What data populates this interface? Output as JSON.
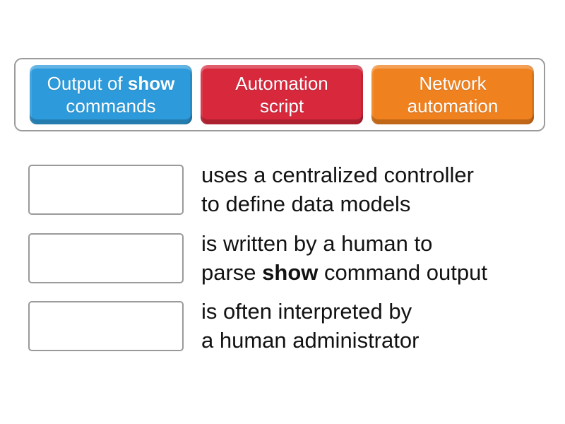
{
  "activity": {
    "kind": "match-up-quiz",
    "colors": {
      "chip_blue": "#2d9bdb",
      "chip_red": "#d7283c",
      "chip_orange": "#f0811f",
      "tray_border": "#9b9b9b",
      "box_border": "#9a9a9a",
      "definition_text": "#121212",
      "chip_text": "#ffffff"
    },
    "tray": {
      "chips": [
        {
          "id": "output-of-show-commands",
          "color": "#2d9bdb",
          "lines": [
            {
              "pre": "Output of ",
              "bold": "show",
              "post": ""
            },
            {
              "pre": "commands",
              "bold": "",
              "post": ""
            }
          ]
        },
        {
          "id": "automation-script",
          "color": "#d7283c",
          "lines": [
            {
              "pre": "Automation",
              "bold": "",
              "post": ""
            },
            {
              "pre": "script",
              "bold": "",
              "post": ""
            }
          ]
        },
        {
          "id": "network-automation",
          "color": "#f0811f",
          "lines": [
            {
              "pre": "Network",
              "bold": "",
              "post": ""
            },
            {
              "pre": "automation",
              "bold": "",
              "post": ""
            }
          ]
        }
      ]
    },
    "rows": [
      {
        "definition": {
          "lines": [
            {
              "pre": "uses a centralized controller",
              "bold": "",
              "post": ""
            },
            {
              "pre": "to define data models",
              "bold": "",
              "post": ""
            }
          ]
        }
      },
      {
        "definition": {
          "lines": [
            {
              "pre": "is written by a human to",
              "bold": "",
              "post": ""
            },
            {
              "pre": "parse ",
              "bold": "show",
              "post": " command output"
            }
          ]
        }
      },
      {
        "definition": {
          "lines": [
            {
              "pre": "is often interpreted by",
              "bold": "",
              "post": ""
            },
            {
              "pre": "a human administrator",
              "bold": "",
              "post": ""
            }
          ]
        }
      }
    ]
  }
}
